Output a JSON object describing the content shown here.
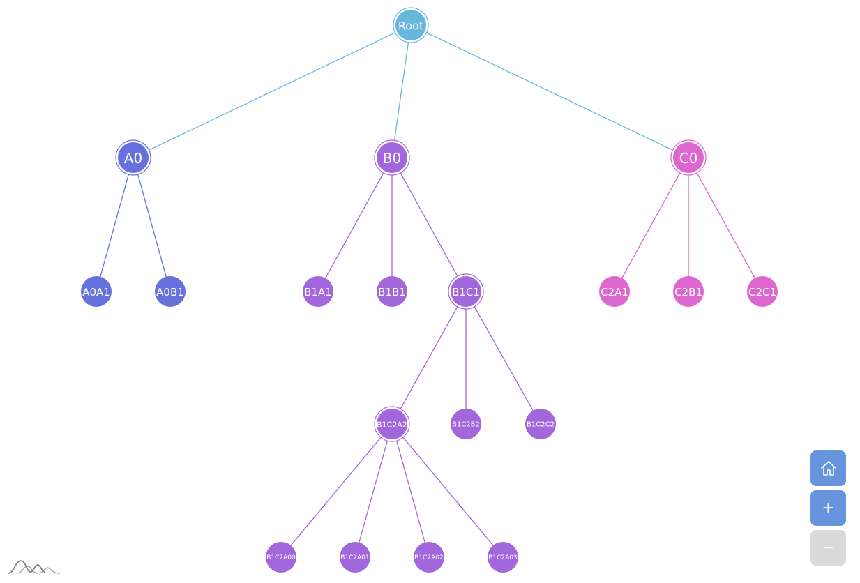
{
  "colors": {
    "root": "#67b7dc",
    "A": "#6771dc",
    "B": "#a367dc",
    "C": "#dc67ce",
    "button_active": "#6794dc",
    "button_disabled": "#d9d9d9",
    "logo": "#808080"
  },
  "controls": {
    "home_icon": "home-icon",
    "zoom_in_label": "+",
    "zoom_out_label": "−"
  },
  "tree": {
    "name": "Root",
    "group": "root",
    "children": [
      {
        "name": "A0",
        "group": "A",
        "children": [
          {
            "name": "A0A1",
            "group": "A"
          },
          {
            "name": "A0B1",
            "group": "A"
          }
        ]
      },
      {
        "name": "B0",
        "group": "B",
        "children": [
          {
            "name": "B1A1",
            "group": "B"
          },
          {
            "name": "B1B1",
            "group": "B"
          },
          {
            "name": "B1C1",
            "group": "B",
            "children": [
              {
                "name": "B1C2A2",
                "group": "B",
                "children": [
                  {
                    "name": "B1C2A00",
                    "group": "B"
                  },
                  {
                    "name": "B1C2A01",
                    "group": "B"
                  },
                  {
                    "name": "B1C2A02",
                    "group": "B"
                  },
                  {
                    "name": "B1C2A03",
                    "group": "B"
                  }
                ]
              },
              {
                "name": "B1C2B2",
                "group": "B"
              },
              {
                "name": "B1C2C2",
                "group": "B"
              }
            ]
          }
        ]
      },
      {
        "name": "C0",
        "group": "C",
        "children": [
          {
            "name": "C2A1",
            "group": "C"
          },
          {
            "name": "C2B1",
            "group": "C"
          },
          {
            "name": "C2C1",
            "group": "C"
          }
        ]
      }
    ]
  }
}
